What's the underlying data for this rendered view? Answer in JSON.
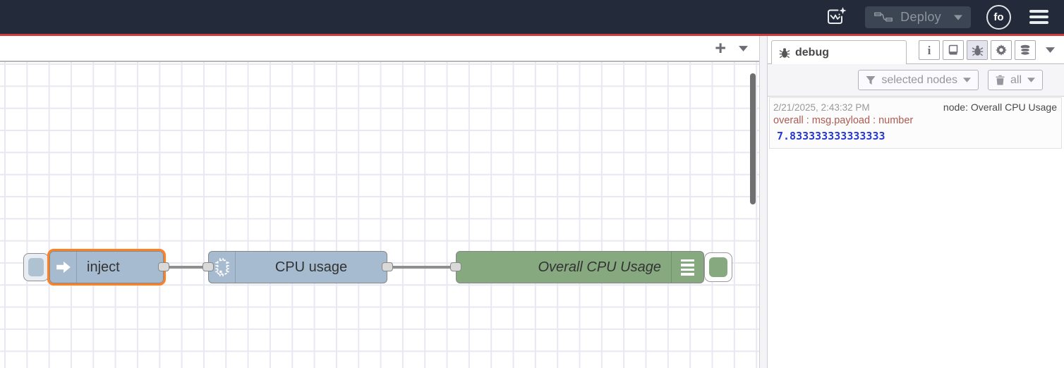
{
  "header": {
    "deploy_label": "Deploy",
    "avatar_initials": "fo"
  },
  "workspace": {
    "add_flow_label": "+"
  },
  "flow": {
    "nodes": [
      {
        "id": "inject",
        "label": "inject",
        "color": "#a6bbcf",
        "selected": true
      },
      {
        "id": "cpu-usage",
        "label": "CPU usage",
        "color": "#a6bbcf",
        "selected": false
      },
      {
        "id": "debug",
        "label": "Overall CPU Usage",
        "color": "#87a980",
        "selected": false
      }
    ]
  },
  "sidebar": {
    "tab_label": "debug",
    "filter_label": "selected nodes",
    "clear_label": "all",
    "messages": [
      {
        "timestamp": "2/21/2025, 2:43:32 PM",
        "source": "node: Overall CPU Usage",
        "property": "overall : msg.payload : number",
        "value": "7.833333333333333"
      }
    ]
  },
  "colors": {
    "header_bg": "#232b3b",
    "accent_red": "#cd3c3c",
    "node_blue": "#a6bbcf",
    "node_green": "#87a980",
    "selection_orange": "#ff7f23",
    "debug_property": "#ad5a50",
    "debug_number": "#2438d8"
  }
}
